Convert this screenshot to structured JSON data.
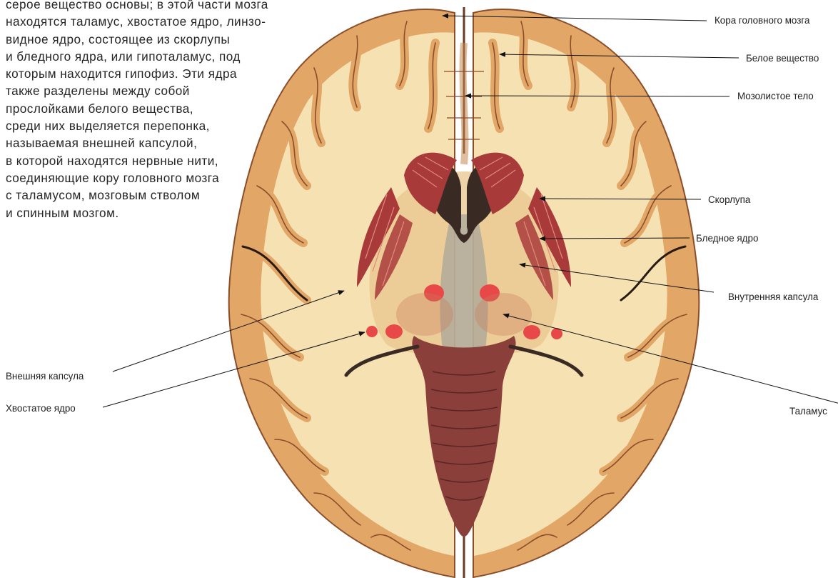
{
  "paragraph_lines": [
    "серое вещество основы; в этой части мозга",
    "находятся таламус, хвостатое ядро, линзо-",
    "видное ядро, состоящее из скорлупы",
    "и бледного ядра, или гипоталамус, под",
    "которым находится гипофиз. Эти ядра",
    "также разделены между собой",
    "прослойками белого вещества,",
    "среди них выделяется перепонка,",
    "называемая внешней капсулой,",
    "в которой находятся нервные нити,",
    "соединяющие кору головного мозга",
    "с таламусом, мозговым стволом",
    "и спинным мозгом."
  ],
  "labels": {
    "cortex": "Кора головного мозга",
    "white_matter": "Белое вещество",
    "corpus_callosum": "Мозолистое тело",
    "putamen": "Скорлупа",
    "globus_pallidus": "Бледное ядро",
    "internal_capsule": "Внутренняя капсула",
    "external_capsule": "Внешняя капсула",
    "caudate_nucleus": "Хвостатое ядро",
    "thalamus": "Таламус"
  },
  "colors": {
    "cortex": "#e2a667",
    "white_matter": "#f6e1b2",
    "basal_ganglia": "#a83a3a",
    "nuclei_spots": "#e94848",
    "ventricle": "#3a2a24",
    "brainstem": "#8a3f3a"
  }
}
